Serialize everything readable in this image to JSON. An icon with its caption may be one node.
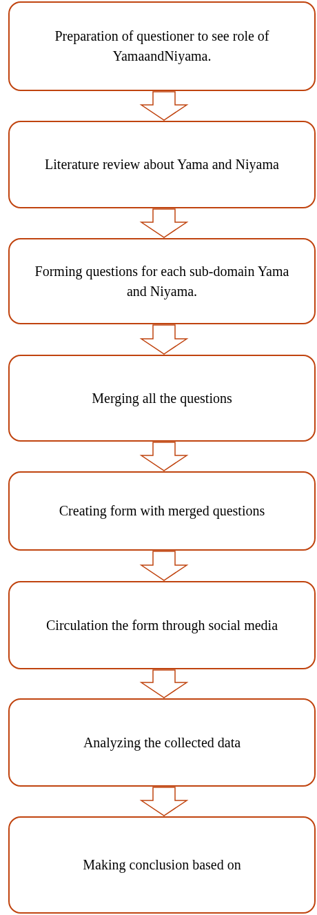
{
  "diagram": {
    "nodes": [
      {
        "text": [
          "Preparation of questioner to see role of YamaandNiyama."
        ]
      },
      {
        "text": [
          "Literature review about Yama and Niyama"
        ]
      },
      {
        "text": [
          "Forming questions for each sub-domain Yama and Niyama."
        ]
      },
      {
        "text": [
          "Merging all the questions"
        ]
      },
      {
        "text": [
          "Creating form with merged questions"
        ]
      },
      {
        "text": [
          "Circulation the form through social media"
        ]
      },
      {
        "text": [
          "Analyzing the collected data"
        ]
      },
      {
        "text": [
          "Making conclusion based on"
        ]
      }
    ],
    "edges": [
      {
        "from": 0,
        "to": 1,
        "arrow": "to"
      },
      {
        "from": 1,
        "to": 2,
        "arrow": "to"
      },
      {
        "from": 2,
        "to": 3,
        "arrow": "to"
      },
      {
        "from": 3,
        "to": 4,
        "arrow": "to"
      },
      {
        "from": 4,
        "to": 5,
        "arrow": "to"
      },
      {
        "from": 5,
        "to": 6,
        "arrow": "to"
      },
      {
        "from": 6,
        "to": 7,
        "arrow": "to"
      }
    ]
  }
}
